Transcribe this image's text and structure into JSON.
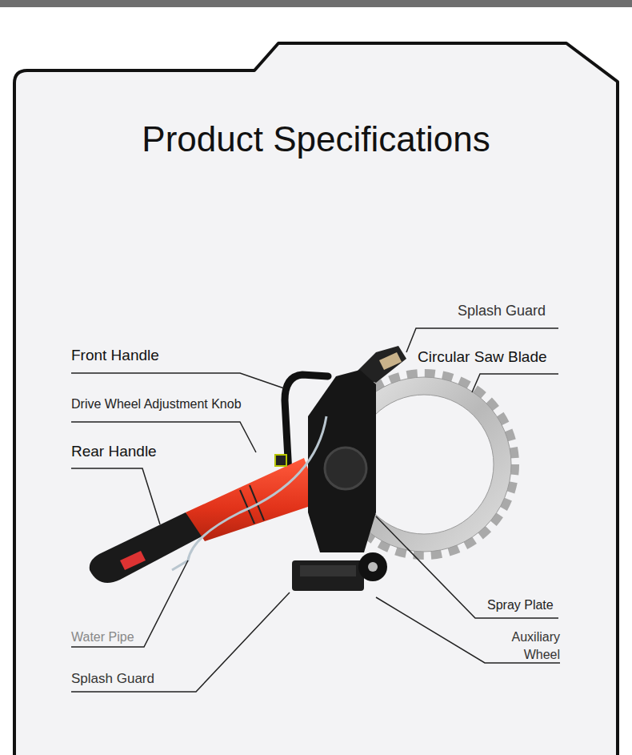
{
  "diagram": {
    "title": "Product Specifications",
    "labels": [
      "Splash Guard",
      "Front Handle",
      "Circular Saw Blade",
      "Drive Wheel Adjustment Knob",
      "Rear Handle",
      "Spray Plate",
      "Auxiliary Wheel",
      "Water Pipe",
      "Splash Guard"
    ]
  }
}
